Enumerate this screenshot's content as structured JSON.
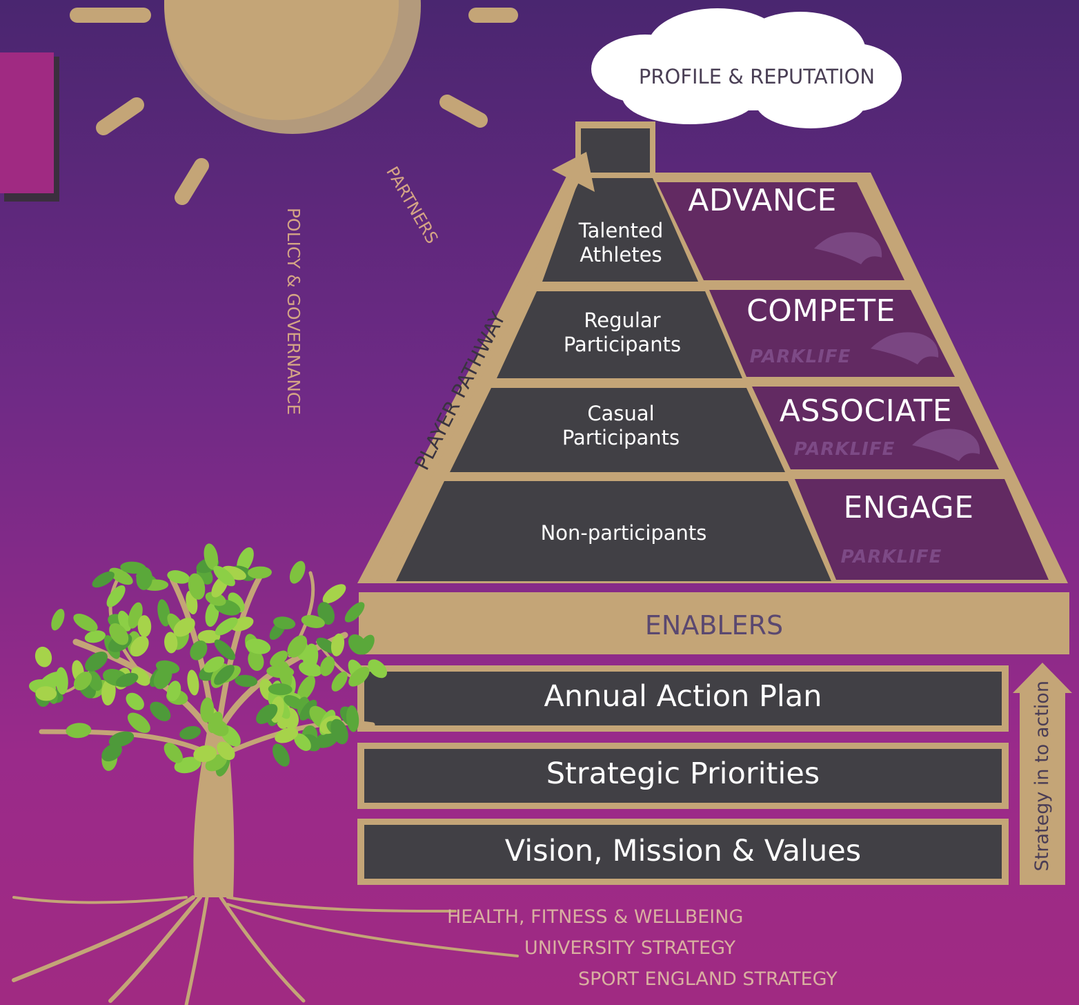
{
  "sky": {
    "cloud_label": "PROFILE & REPUTATION",
    "policy_label": "POLICY & GOVERNANCE",
    "partners_label": "PARTNERS"
  },
  "pyramid": {
    "pathway_label": "PLAYER PATHWAY",
    "tiers": [
      {
        "audience": "Talented Athletes",
        "stage": "ADVANCE"
      },
      {
        "audience": "Regular Participants",
        "stage": "COMPETE"
      },
      {
        "audience": "Casual Participants",
        "stage": "ASSOCIATE"
      },
      {
        "audience": "Non-participants",
        "stage": "ENGAGE"
      }
    ],
    "brand": "PARKLIFE"
  },
  "foundation": {
    "enablers": "ENABLERS",
    "layers": [
      "Annual Action Plan",
      "Strategic Priorities",
      "Vision, Mission & Values"
    ],
    "side_arrow": "Strategy in to action"
  },
  "roots": [
    "HEALTH, FITNESS & WELLBEING",
    "UNIVERSITY  STRATEGY",
    "SPORT ENGLAND STRATEGY"
  ],
  "colors": {
    "gold": "#c4a577",
    "dark": "#414045",
    "stage_purple": "#622a62",
    "accent_pink": "#a02a82",
    "leaf_green": "#7fc23f"
  }
}
